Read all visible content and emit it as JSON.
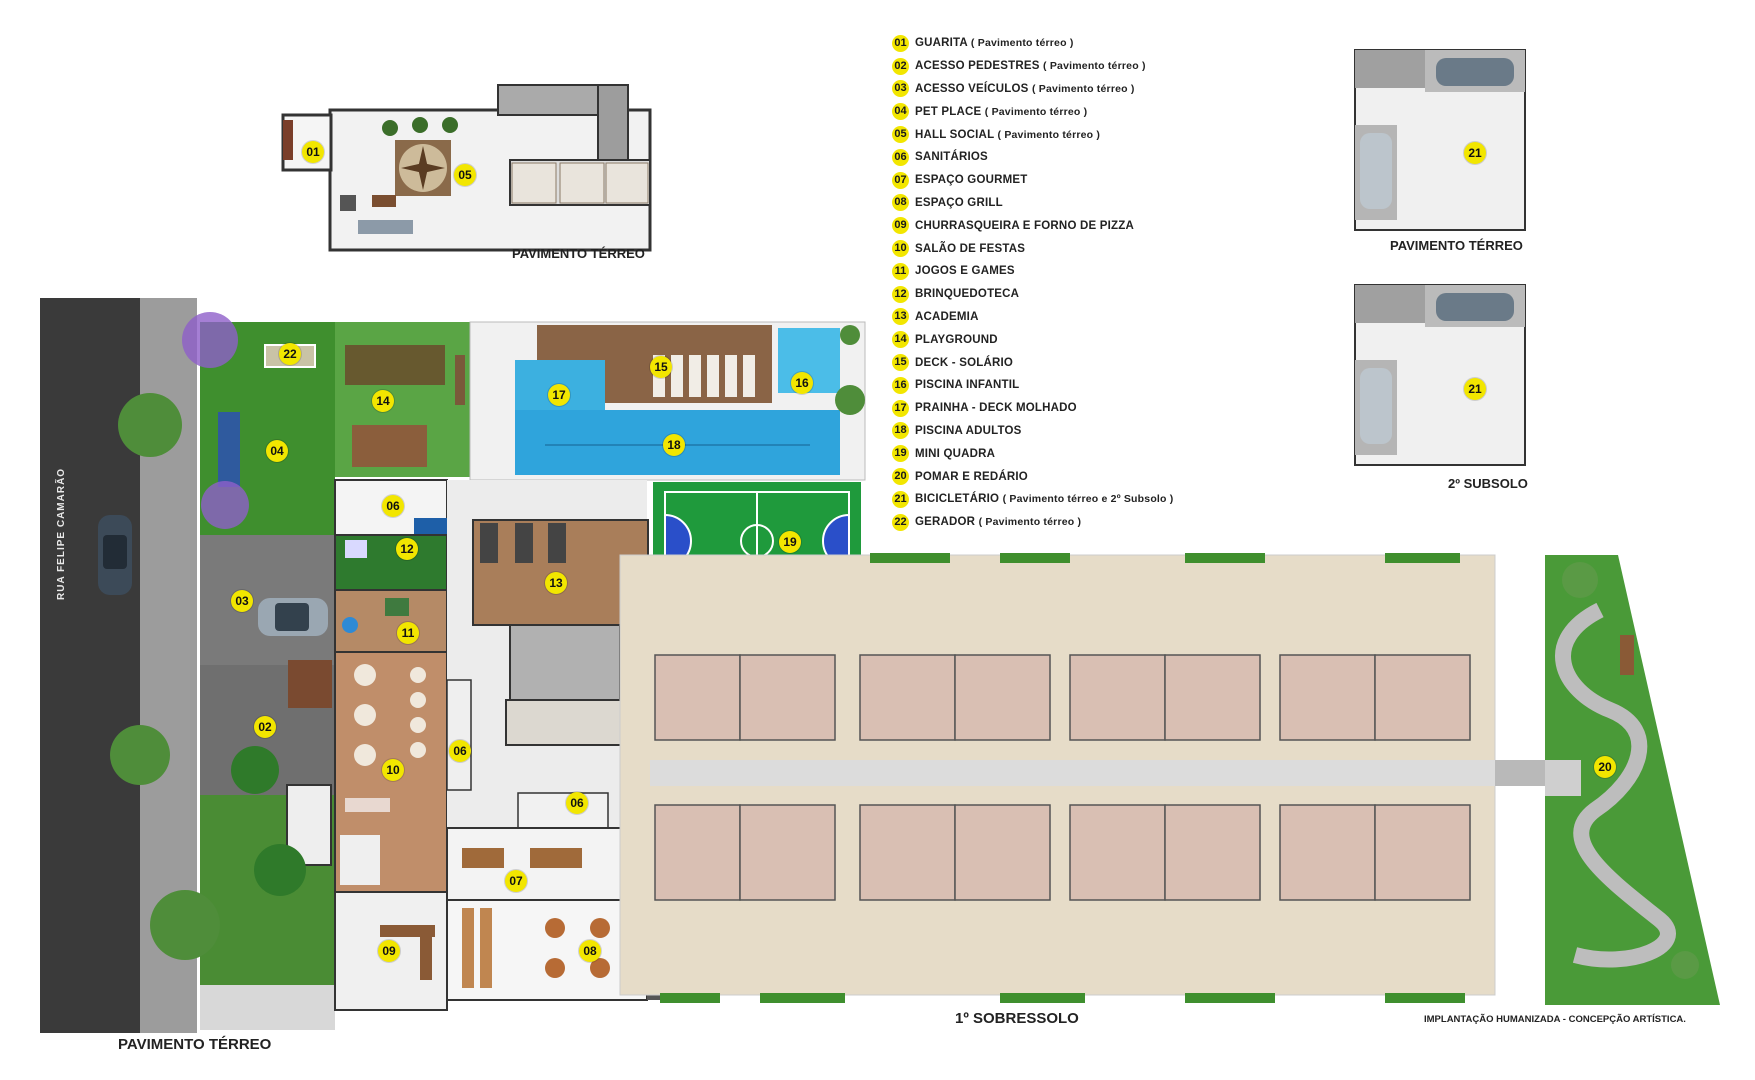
{
  "legend": [
    {
      "num": "01",
      "label": "GUARITA",
      "note": "( Pavimento térreo )"
    },
    {
      "num": "02",
      "label": "ACESSO PEDESTRES",
      "note": "( Pavimento térreo )"
    },
    {
      "num": "03",
      "label": "ACESSO VEÍCULOS",
      "note": "( Pavimento térreo )"
    },
    {
      "num": "04",
      "label": "PET PLACE",
      "note": "( Pavimento térreo )"
    },
    {
      "num": "05",
      "label": "HALL SOCIAL",
      "note": "( Pavimento térreo )"
    },
    {
      "num": "06",
      "label": "SANITÁRIOS",
      "note": ""
    },
    {
      "num": "07",
      "label": "ESPAÇO GOURMET",
      "note": ""
    },
    {
      "num": "08",
      "label": "ESPAÇO GRILL",
      "note": ""
    },
    {
      "num": "09",
      "label": "CHURRASQUEIRA E FORNO DE PIZZA",
      "note": ""
    },
    {
      "num": "10",
      "label": "SALÃO DE FESTAS",
      "note": ""
    },
    {
      "num": "11",
      "label": "JOGOS E GAMES",
      "note": ""
    },
    {
      "num": "12",
      "label": "BRINQUEDOTECA",
      "note": ""
    },
    {
      "num": "13",
      "label": "ACADEMIA",
      "note": ""
    },
    {
      "num": "14",
      "label": "PLAYGROUND",
      "note": ""
    },
    {
      "num": "15",
      "label": "DECK - SOLÁRIO",
      "note": ""
    },
    {
      "num": "16",
      "label": "PISCINA INFANTIL",
      "note": ""
    },
    {
      "num": "17",
      "label": "PRAINHA - DECK MOLHADO",
      "note": ""
    },
    {
      "num": "18",
      "label": "PISCINA ADULTOS",
      "note": ""
    },
    {
      "num": "19",
      "label": "MINI QUADRA",
      "note": ""
    },
    {
      "num": "20",
      "label": "POMAR E REDÁRIO",
      "note": ""
    },
    {
      "num": "21",
      "label": "BICICLETÁRIO",
      "note": "( Pavimento térreo e 2º Subsolo )"
    },
    {
      "num": "22",
      "label": "GERADOR",
      "note": "( Pavimento térreo )"
    }
  ],
  "captions": {
    "top_plan": "PAVIMENTO TÉRREO",
    "bike_top": "PAVIMENTO TÉRREO",
    "bike_bottom": "2º SUBSOLO",
    "main_left": "PAVIMENTO TÉRREO",
    "main_center": "1º SOBRESSOLO",
    "disclaimer": "IMPLANTAÇÃO HUMANIZADA - CONCEPÇÃO ARTÍSTICA.",
    "street": "RUA FELIPE CAMARÃO"
  },
  "markers": [
    "01",
    "02",
    "03",
    "04",
    "05",
    "06",
    "06",
    "06",
    "07",
    "08",
    "09",
    "10",
    "11",
    "12",
    "13",
    "14",
    "15",
    "16",
    "17",
    "18",
    "19",
    "20",
    "21",
    "21",
    "22"
  ],
  "colors": {
    "marker": "#f2e600",
    "lawn": "#3f8f2e",
    "pool": "#2fa4dc",
    "deck": "#8a6446",
    "paving": "#e6dcc8",
    "apartment": "#d9bfb3",
    "court": "#1f9a3c",
    "court_blue": "#2a4fc9",
    "street": "#3a3a3a"
  }
}
